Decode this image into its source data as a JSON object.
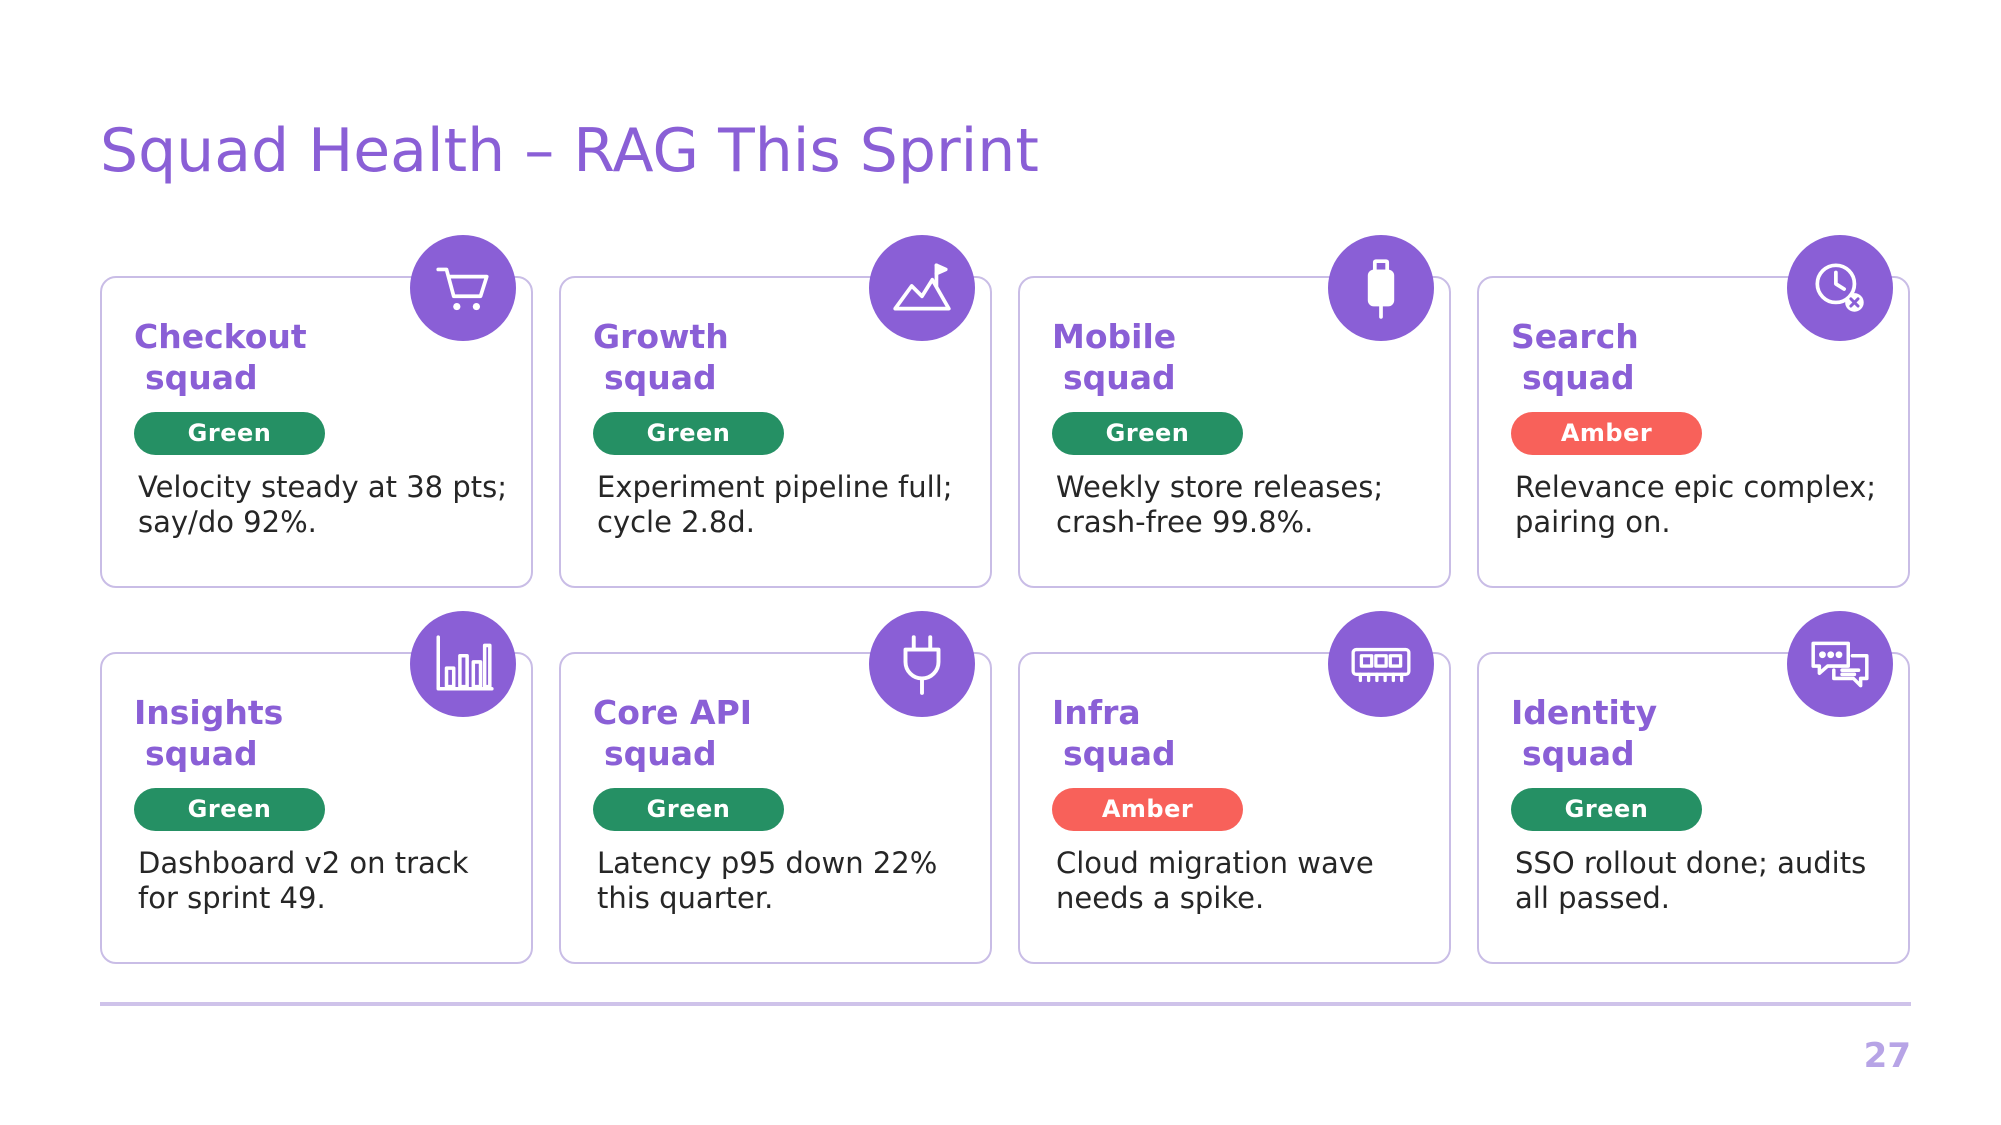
{
  "slide": {
    "title": "Squad Health – RAG This Sprint",
    "page_number": "27"
  },
  "colors": {
    "accent": "#8a5fd6",
    "green": "#259064",
    "amber": "#f8615a",
    "card_border": "#c9bde6",
    "divider": "#cfc3ea"
  },
  "cards": [
    {
      "name_line1": "Checkout",
      "name_line2": "squad",
      "status": "Green",
      "note": "Velocity steady at 38 pts; say/do 92%.",
      "icon": "shopping-cart-icon"
    },
    {
      "name_line1": "Growth",
      "name_line2": "squad",
      "status": "Green",
      "note": "Experiment pipeline full; cycle 2.8d.",
      "icon": "mountain-flag-icon"
    },
    {
      "name_line1": "Mobile",
      "name_line2": "squad",
      "status": "Green",
      "note": "Weekly store releases; crash-free 99.8%.",
      "icon": "usb-drive-icon"
    },
    {
      "name_line1": "Search",
      "name_line2": "squad",
      "status": "Amber",
      "note": "Relevance epic complex; pairing on.",
      "icon": "clock-cancel-icon"
    },
    {
      "name_line1": "Insights",
      "name_line2": "squad",
      "status": "Green",
      "note": "Dashboard v2 on track for sprint 49.",
      "icon": "bar-chart-icon"
    },
    {
      "name_line1": "Core API",
      "name_line2": "squad",
      "status": "Green",
      "note": "Latency p95 down 22% this quarter.",
      "icon": "plug-icon"
    },
    {
      "name_line1": "Infra",
      "name_line2": "squad",
      "status": "Amber",
      "note": "Cloud migration wave needs a spike.",
      "icon": "memory-chip-icon"
    },
    {
      "name_line1": "Identity",
      "name_line2": "squad",
      "status": "Green",
      "note": "SSO rollout done; audits all passed.",
      "icon": "chat-bubbles-icon"
    }
  ]
}
